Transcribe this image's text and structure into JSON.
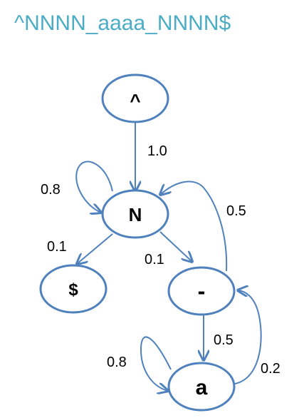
{
  "title": "^NNNN_aaaa_NNNN$",
  "colors": {
    "title": "#4bacc6",
    "node_stroke": "#4f81bd",
    "edge": "#4f81bd"
  },
  "nodes": {
    "start": "^",
    "n": "N",
    "end": "$",
    "sep": "-",
    "a": "a"
  },
  "edges": {
    "start_to_n": "1.0",
    "n_self": "0.8",
    "n_to_end": "0.1",
    "n_to_sep": "0.1",
    "sep_to_n": "0.5",
    "sep_to_a": "0.5",
    "a_self": "0.8",
    "a_to_sep": "0.2"
  }
}
